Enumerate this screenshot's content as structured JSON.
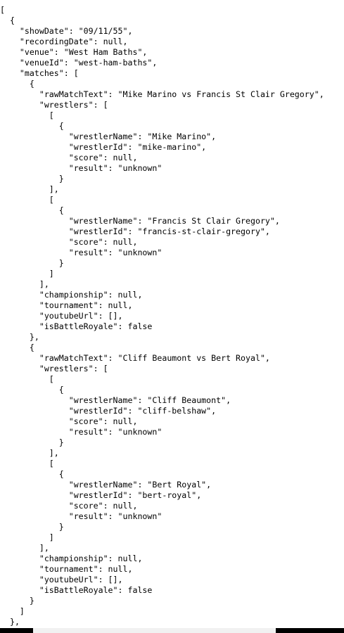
{
  "lines": [
    "[",
    "  {",
    "    \"showDate\": \"09/11/55\",",
    "    \"recordingDate\": null,",
    "    \"venue\": \"West Ham Baths\",",
    "    \"venueId\": \"west-ham-baths\",",
    "    \"matches\": [",
    "      {",
    "        \"rawMatchText\": \"Mike Marino vs Francis St Clair Gregory\",",
    "        \"wrestlers\": [",
    "          [",
    "            {",
    "              \"wrestlerName\": \"Mike Marino\",",
    "              \"wrestlerId\": \"mike-marino\",",
    "              \"score\": null,",
    "              \"result\": \"unknown\"",
    "            }",
    "          ],",
    "          [",
    "            {",
    "              \"wrestlerName\": \"Francis St Clair Gregory\",",
    "              \"wrestlerId\": \"francis-st-clair-gregory\",",
    "              \"score\": null,",
    "              \"result\": \"unknown\"",
    "            }",
    "          ]",
    "        ],",
    "        \"championship\": null,",
    "        \"tournament\": null,",
    "        \"youtubeUrl\": [],",
    "        \"isBattleRoyale\": false",
    "      },",
    "      {",
    "        \"rawMatchText\": \"Cliff Beaumont vs Bert Royal\",",
    "        \"wrestlers\": [",
    "          [",
    "            {",
    "              \"wrestlerName\": \"Cliff Beaumont\",",
    "              \"wrestlerId\": \"cliff-belshaw\",",
    "              \"score\": null,",
    "              \"result\": \"unknown\"",
    "            }",
    "          ],",
    "          [",
    "            {",
    "              \"wrestlerName\": \"Bert Royal\",",
    "              \"wrestlerId\": \"bert-royal\",",
    "              \"score\": null,",
    "              \"result\": \"unknown\"",
    "            }",
    "          ]",
    "        ],",
    "        \"championship\": null,",
    "        \"tournament\": null,",
    "        \"youtubeUrl\": [],",
    "        \"isBattleRoyale\": false",
    "      }",
    "    ]",
    "  },"
  ]
}
